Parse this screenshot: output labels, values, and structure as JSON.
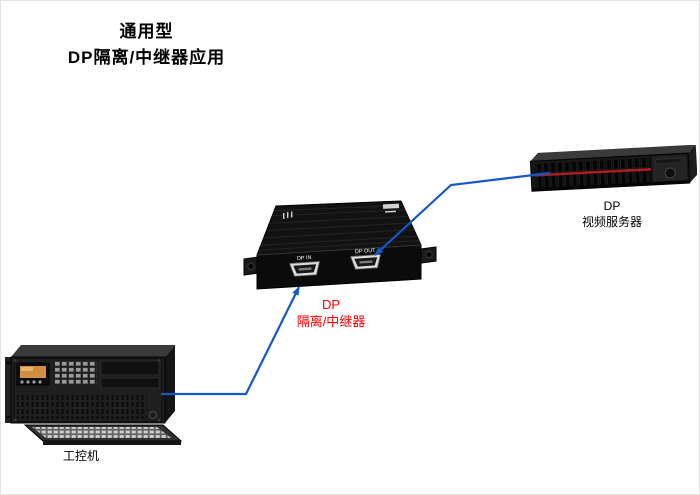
{
  "title": {
    "line1": "通用型",
    "line2": "DP隔离/中继器应用"
  },
  "server": {
    "label_line1": "DP",
    "label_line2": "视频服务器"
  },
  "repeater": {
    "caption_line1": "DP",
    "caption_line2": "隔离/中继器",
    "port_in_label": "DP IN",
    "port_out_label": "DP OUT"
  },
  "ipc": {
    "label": "工控机"
  },
  "colors": {
    "cable_blue": "#1657c9",
    "caption_red": "#ff0000",
    "title_black": "#000000"
  }
}
